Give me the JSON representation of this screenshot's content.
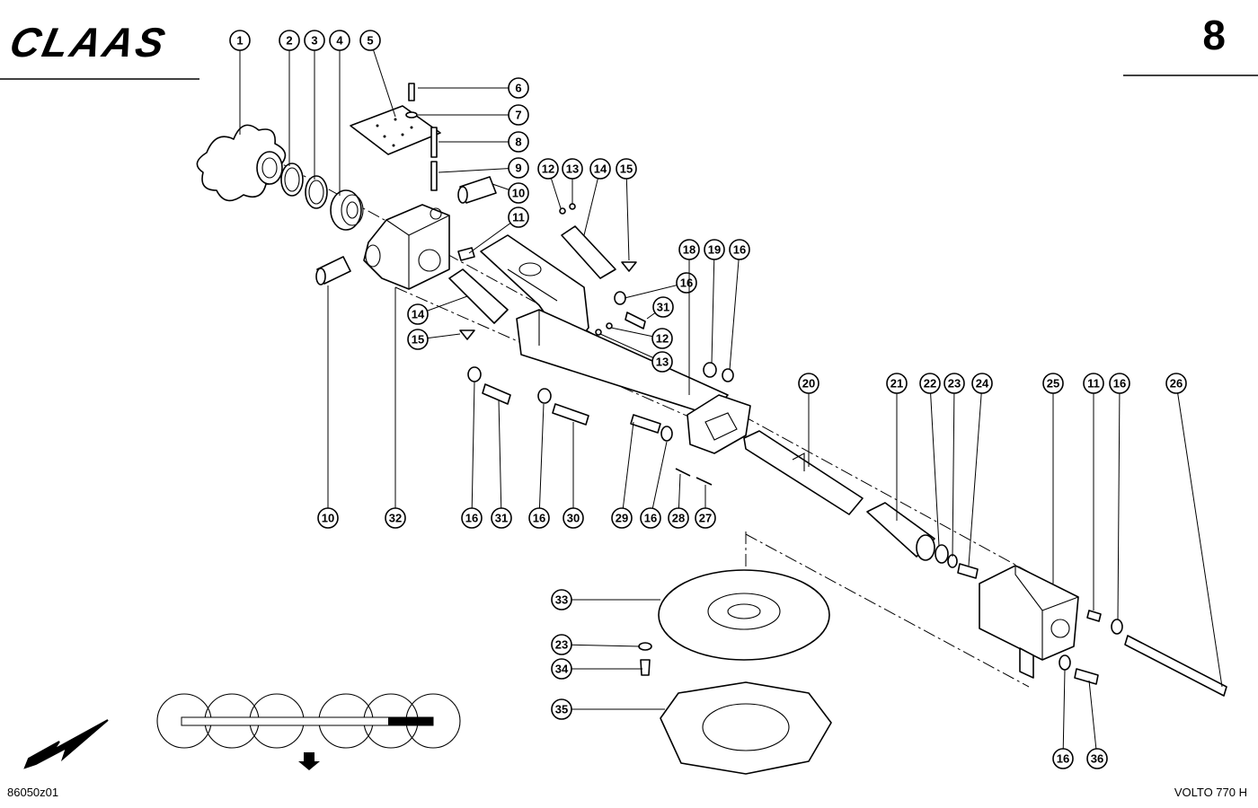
{
  "header": {
    "brand_logo": "CLAAS",
    "page_number": "8"
  },
  "footer": {
    "drawing_id": "86050z01",
    "model": "VOLTO 770 H"
  },
  "callouts": [
    {
      "label": "1"
    },
    {
      "label": "2"
    },
    {
      "label": "3"
    },
    {
      "label": "4"
    },
    {
      "label": "5"
    },
    {
      "label": "6"
    },
    {
      "label": "7"
    },
    {
      "label": "8"
    },
    {
      "label": "9"
    },
    {
      "label": "10"
    },
    {
      "label": "11"
    },
    {
      "label": "12"
    },
    {
      "label": "13"
    },
    {
      "label": "14"
    },
    {
      "label": "15"
    },
    {
      "label": "16"
    },
    {
      "label": "31"
    },
    {
      "label": "12"
    },
    {
      "label": "13"
    },
    {
      "label": "14"
    },
    {
      "label": "15"
    },
    {
      "label": "18"
    },
    {
      "label": "19"
    },
    {
      "label": "16"
    },
    {
      "label": "20"
    },
    {
      "label": "21"
    },
    {
      "label": "22"
    },
    {
      "label": "23"
    },
    {
      "label": "24"
    },
    {
      "label": "25"
    },
    {
      "label": "11"
    },
    {
      "label": "16"
    },
    {
      "label": "26"
    },
    {
      "label": "10"
    },
    {
      "label": "32"
    },
    {
      "label": "16"
    },
    {
      "label": "31"
    },
    {
      "label": "16"
    },
    {
      "label": "30"
    },
    {
      "label": "29"
    },
    {
      "label": "16"
    },
    {
      "label": "28"
    },
    {
      "label": "27"
    },
    {
      "label": "33"
    },
    {
      "label": "23"
    },
    {
      "label": "34"
    },
    {
      "label": "35"
    },
    {
      "label": "16"
    },
    {
      "label": "36"
    }
  ],
  "icons": {
    "direction_arrow": "arrow-down-left-icon",
    "position_arrow": "arrow-down-icon"
  }
}
